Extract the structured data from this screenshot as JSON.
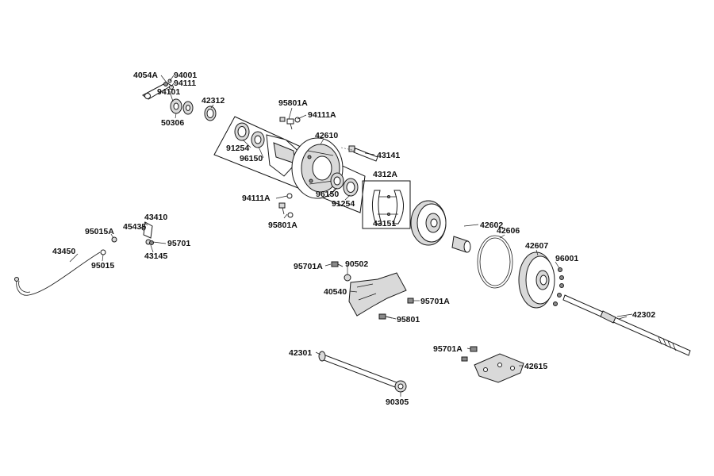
{
  "labels": {
    "p4054A": "4054A",
    "p94001": "94001",
    "p94111": "94111",
    "p94101": "94101",
    "p50306": "50306",
    "p42312": "42312",
    "p95801A_top": "95801A",
    "p94111A_top": "94111A",
    "p42610": "42610",
    "p43141": "43141",
    "p91254_left": "91254",
    "p96150_left": "96150",
    "p96150_right": "96150",
    "p91254_right": "91254",
    "p4312A": "4312A",
    "p43151": "43151",
    "p94111A_bottom": "94111A",
    "p95801A_bottom": "95801A",
    "p42602": "42602",
    "p42606": "42606",
    "p42607": "42607",
    "p96001": "96001",
    "p43410": "43410",
    "p95015A": "95015A",
    "p45435": "45435",
    "p95701_small": "95701",
    "p43145": "43145",
    "p43450": "43450",
    "p95015": "95015",
    "p95701A_mid": "95701A",
    "p90502": "90502",
    "p40540": "40540",
    "p95701A_right": "95701A",
    "p95801": "95801",
    "p42302": "42302",
    "p42301": "42301",
    "p90305": "90305",
    "p95701A_low": "95701A",
    "p42615": "42615"
  }
}
